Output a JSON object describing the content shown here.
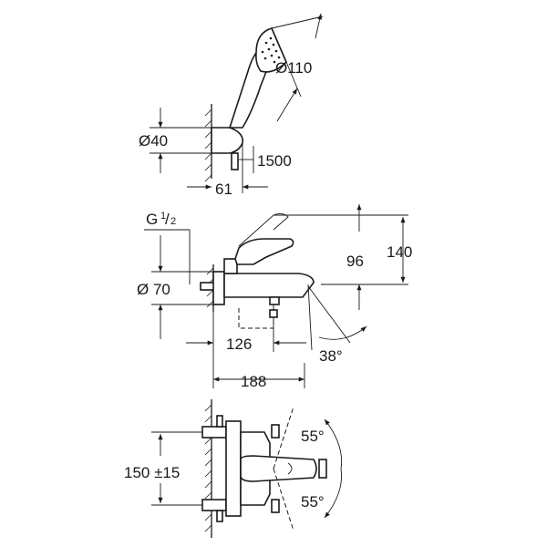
{
  "dimensions": {
    "handshower_diameter": "Ø110",
    "holder_diameter": "Ø40",
    "hose_length": "1500",
    "holder_projection": "61",
    "thread_base": "G",
    "thread_num": "1",
    "thread_den": "2",
    "escutcheon_diameter": "Ø 70",
    "lever_height": "96",
    "total_height": "140",
    "spout_reach": "126",
    "total_projection": "188",
    "spout_angle": "38°",
    "centres": "150 ±15",
    "swivel_upper": "55°",
    "swivel_lower": "55°"
  }
}
